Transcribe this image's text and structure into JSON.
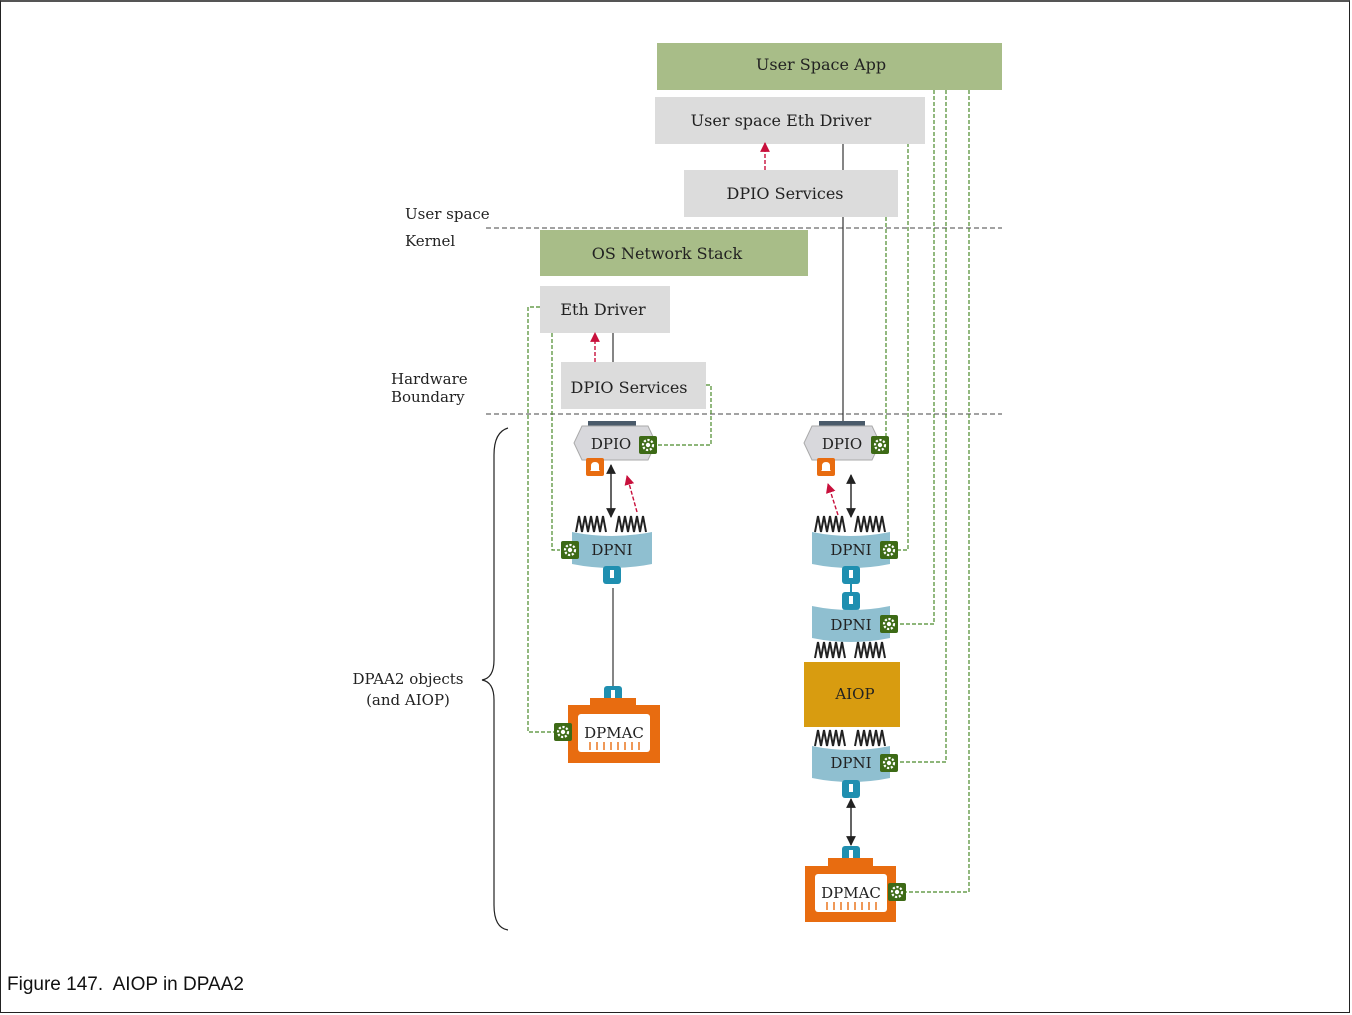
{
  "boxes": {
    "user_space_app": "User Space App",
    "user_space_eth_driver": "User space Eth Driver",
    "dpio_services_user": "DPIO Services",
    "os_network_stack": "OS Network Stack",
    "eth_driver": "Eth Driver",
    "dpio_services_kernel": "DPIO Services"
  },
  "boundaries": {
    "user_space": "User space",
    "kernel": "Kernel",
    "hardware_line1": "Hardware",
    "hardware_line2": "Boundary"
  },
  "objects": {
    "dpio_left": "DPIO",
    "dpio_right": "DPIO",
    "dpni_left": "DPNI",
    "dpni_right_top": "DPNI",
    "dpni_right_mid": "DPNI",
    "aiop": "AIOP",
    "dpni_right_bottom": "DPNI",
    "dpmac_left": "DPMAC",
    "dpmac_right": "DPMAC"
  },
  "group": {
    "line1": "DPAA2 objects",
    "line2": "(and AIOP)"
  },
  "caption": "Figure 147.  AIOP in DPAA2",
  "colors": {
    "green_box": "#a8bd88",
    "grey_box": "#dcdcdc",
    "dpni": "#8fbfd0",
    "port": "#1f8fb0",
    "aiop": "#d89c10",
    "dpmac": "#e86c10",
    "gear": "#3d6a16",
    "red_arrow": "#c8103c",
    "dashed_green": "#4a8a2a"
  }
}
